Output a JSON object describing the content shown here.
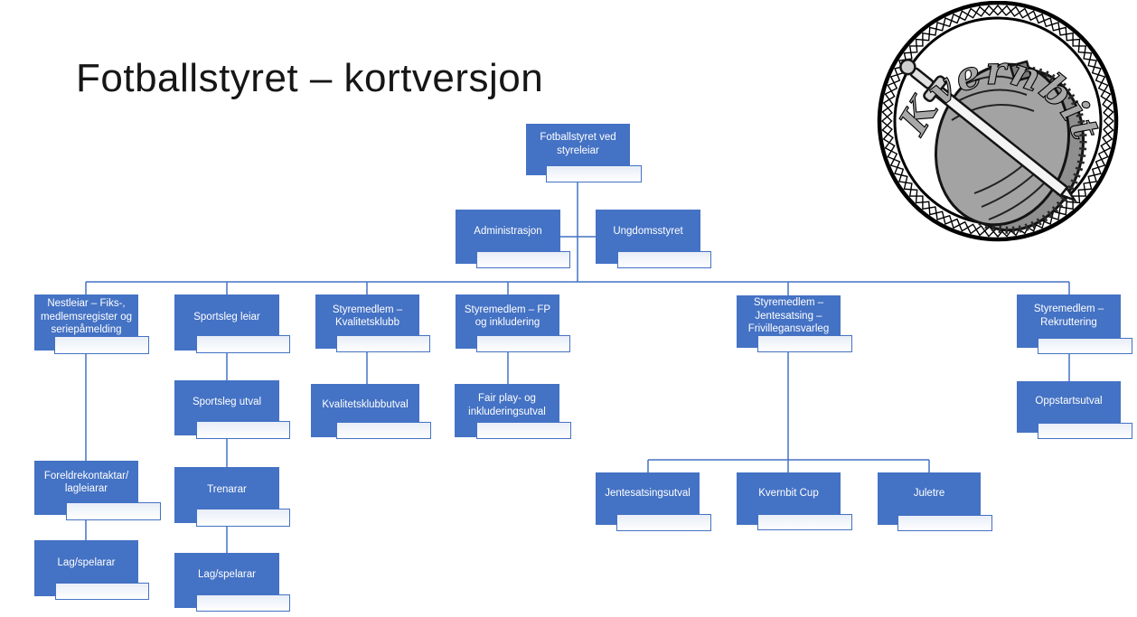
{
  "slide": {
    "title": "Fotballstyret – kortversjon",
    "background": "#ffffff"
  },
  "logo": {
    "text": "Kvernbit"
  },
  "colors": {
    "node_fill": "#4472C4",
    "node_text": "#ffffff",
    "connector": "#4472C4",
    "placeholder_border": "#4472C4",
    "placeholder_fill": "#e8edf7",
    "title_text": "#161616",
    "logo_gray": "#a8a8a8"
  },
  "org": {
    "name_placeholder": "",
    "labels": {
      "fotballstyret": "Fotballstyret ved styreleiar",
      "administrasjon": "Administrasjon",
      "ungdomsstyret": "Ungdomsstyret",
      "nestleiar": "Nestleiar – Fiks-, medlemsregister og seriepåmelding",
      "sportsleg_leiar": "Sportsleg leiar",
      "styremedlem_kvalitetsklubb": "Styremedlem – Kvalitetsklubb",
      "styremedlem_fp": "Styremedlem – FP og inkludering",
      "styremedlem_jentesatsing": "Styremedlem – Jentesatsing – Frivillegansvarleg",
      "styremedlem_rekruttering": "Styremedlem – Rekruttering",
      "foreldrekontaktar": "Foreldrekontaktar/\nlagleiarar",
      "lag_spelarar_1": "Lag/spelarar",
      "sportsleg_utval": "Sportsleg utval",
      "trenarar": "Trenarar",
      "lag_spelarar_2": "Lag/spelarar",
      "kvalitetsklubbutval": "Kvalitetsklubbutval",
      "fair_play_utval": "Fair play- og inkluderingsutval",
      "jentesatsingsutval": "Jentesatsingsutval",
      "kvernbit_cup": "Kvernbit Cup",
      "juletre": "Juletre",
      "oppstartsutval": "Oppstartsutval"
    },
    "edges": [
      [
        "fotballstyret",
        "administrasjon"
      ],
      [
        "fotballstyret",
        "ungdomsstyret"
      ],
      [
        "fotballstyret",
        "nestleiar"
      ],
      [
        "fotballstyret",
        "sportsleg_leiar"
      ],
      [
        "fotballstyret",
        "styremedlem_kvalitetsklubb"
      ],
      [
        "fotballstyret",
        "styremedlem_fp"
      ],
      [
        "fotballstyret",
        "styremedlem_jentesatsing"
      ],
      [
        "fotballstyret",
        "styremedlem_rekruttering"
      ],
      [
        "nestleiar",
        "foreldrekontaktar"
      ],
      [
        "foreldrekontaktar",
        "lag_spelarar_1"
      ],
      [
        "sportsleg_leiar",
        "sportsleg_utval"
      ],
      [
        "sportsleg_utval",
        "trenarar"
      ],
      [
        "trenarar",
        "lag_spelarar_2"
      ],
      [
        "styremedlem_kvalitetsklubb",
        "kvalitetsklubbutval"
      ],
      [
        "styremedlem_fp",
        "fair_play_utval"
      ],
      [
        "styremedlem_jentesatsing",
        "jentesatsingsutval"
      ],
      [
        "styremedlem_jentesatsing",
        "kvernbit_cup"
      ],
      [
        "styremedlem_jentesatsing",
        "juletre"
      ],
      [
        "styremedlem_rekruttering",
        "oppstartsutval"
      ]
    ]
  }
}
